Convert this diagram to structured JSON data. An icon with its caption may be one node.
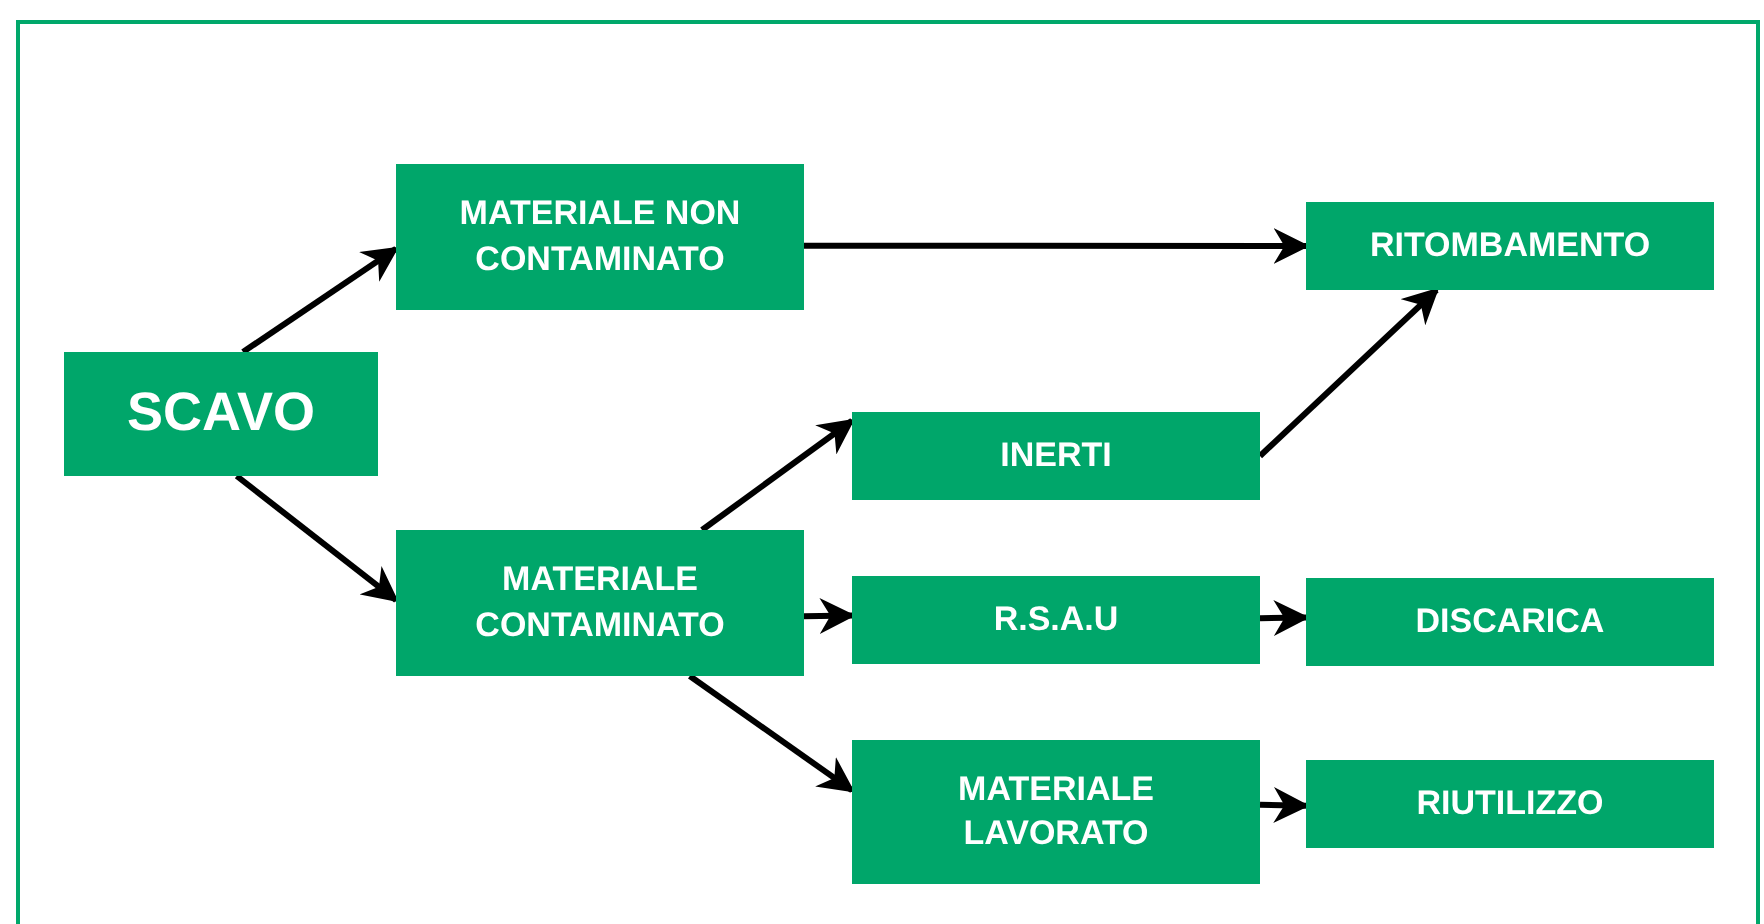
{
  "diagram": {
    "nodes": [
      {
        "text": [
          "SCAVO"
        ]
      },
      {
        "text": [
          "MATERIALE NON CONTAMINATO"
        ]
      },
      {
        "text": [
          "RITOMBAMENTO"
        ]
      },
      {
        "text": [
          "INERTI"
        ]
      },
      {
        "text": [
          "MATERIALE CONTAMINATO"
        ]
      },
      {
        "text": [
          "R.S.A.U"
        ]
      },
      {
        "text": [
          "DISCARICA"
        ]
      },
      {
        "text": [
          "MATERIALE LAVORATO"
        ]
      },
      {
        "text": [
          "RIUTILIZZO"
        ]
      }
    ],
    "edges": [
      {
        "from": 0,
        "to": 1,
        "arrow": "to"
      },
      {
        "from": 0,
        "to": 4,
        "arrow": "to"
      },
      {
        "from": 1,
        "to": 2,
        "arrow": "to"
      },
      {
        "from": 4,
        "to": 3,
        "arrow": "to"
      },
      {
        "from": 3,
        "to": 2,
        "arrow": "to"
      },
      {
        "from": 4,
        "to": 5,
        "arrow": "to"
      },
      {
        "from": 4,
        "to": 7,
        "arrow": "to"
      },
      {
        "from": 5,
        "to": 6,
        "arrow": "to"
      },
      {
        "from": 7,
        "to": 8,
        "arrow": "to"
      }
    ]
  }
}
